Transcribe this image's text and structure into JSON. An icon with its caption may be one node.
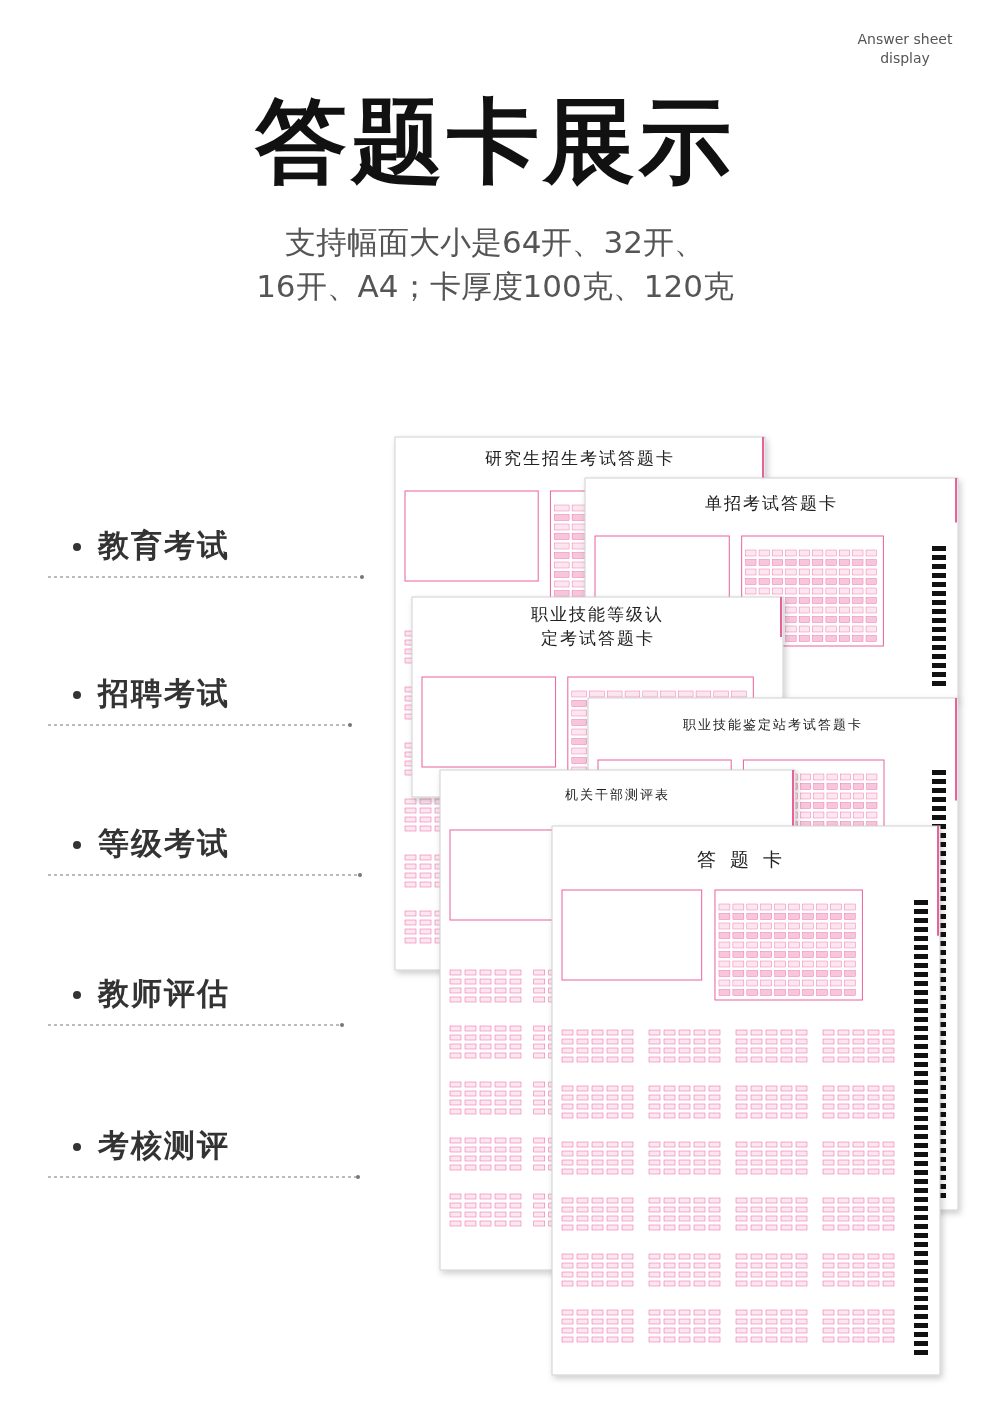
{
  "diagram": {
    "title": "答题卡展示",
    "nodes": [
      {
        "text": [
          "研究生招生考试答题卡"
        ]
      },
      {
        "text": [
          "单招考试答题卡"
        ]
      },
      {
        "text": [
          "职业技能等级认定考试答题卡"
        ]
      },
      {
        "text": [
          "职业技能鉴定站考试答题卡"
        ]
      },
      {
        "text": [
          "机关干部测评表"
        ]
      },
      {
        "text": [
          "答题卡"
        ]
      }
    ],
    "edges": [],
    "labels": [
      "Answer sheet display",
      "支持幅面大小是64开、32开、",
      "16开、A4；卡厚度100克、120克",
      "教育考试",
      "招聘考试",
      "等级考试",
      "教师评估",
      "考核测评"
    ]
  }
}
